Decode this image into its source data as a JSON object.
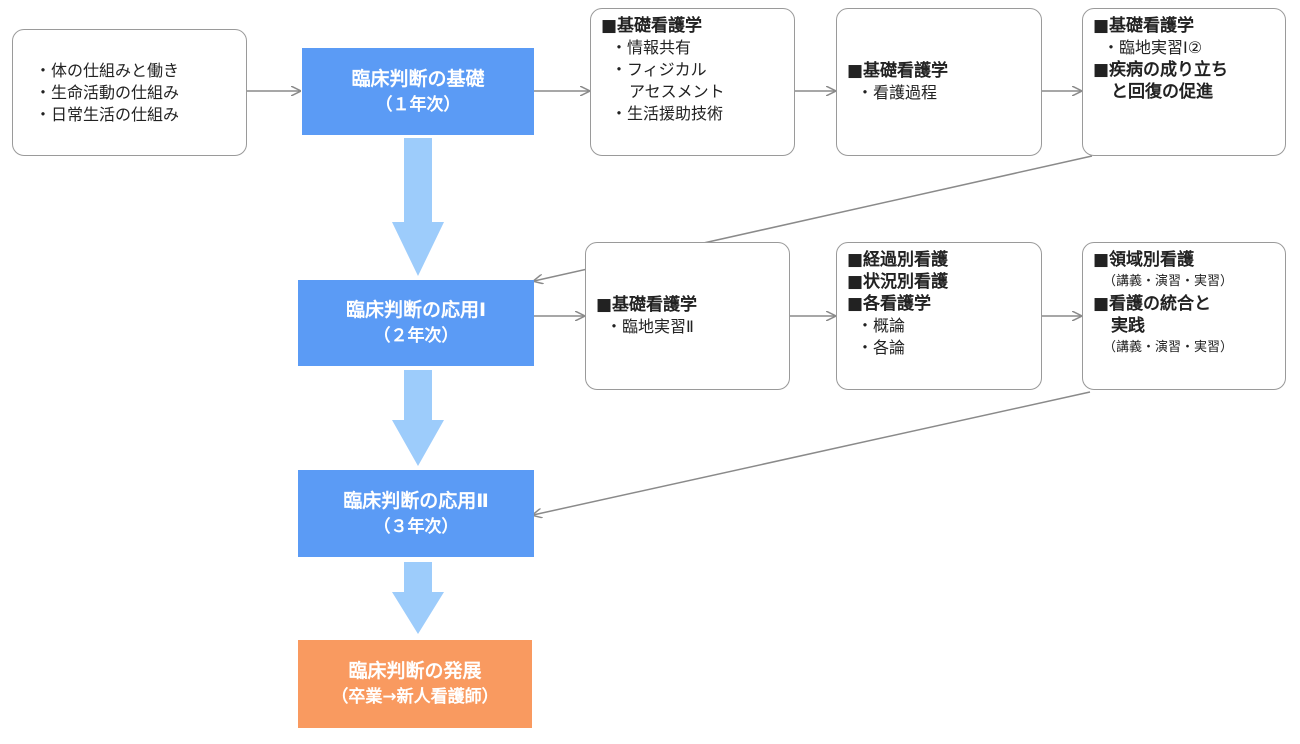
{
  "colors": {
    "stage_blue": "#5b9bf5",
    "stage_orange": "#f99a60",
    "down_arrow": "#9dccfb",
    "connector": "#8a8a8a"
  },
  "basics": {
    "items": [
      "・体の仕組みと働き",
      "・生命活動の仕組み",
      "・日常生活の仕組み"
    ]
  },
  "stages": {
    "s1": {
      "title": "臨床判断の基礎",
      "sub": "（１年次）"
    },
    "s2": {
      "title": "臨床判断の応用Ⅰ",
      "sub": "（２年次）"
    },
    "s3": {
      "title": "臨床判断の応用Ⅱ",
      "sub": "（３年次）"
    },
    "s4": {
      "title": "臨床判断の発展",
      "sub": "（卒業→新人看護師）"
    }
  },
  "row1": {
    "box1": {
      "heading": "■基礎看護学",
      "items": [
        "・情報共有",
        "・フィジカル",
        "アセスメント",
        "・生活援助技術"
      ]
    },
    "box2": {
      "heading": "■基礎看護学",
      "items": [
        "・看護過程"
      ]
    },
    "box3": {
      "heading1": "■基礎看護学",
      "item1": "・臨地実習Ⅰ②",
      "heading2": "■疾病の成り立ち",
      "heading2b": "と回復の促進"
    }
  },
  "row2": {
    "box1": {
      "heading": "■基礎看護学",
      "items": [
        "・臨地実習Ⅱ"
      ]
    },
    "box2": {
      "headings": [
        "■経過別看護",
        "■状況別看護",
        "■各看護学"
      ],
      "items": [
        "・概論",
        "・各論"
      ]
    },
    "box3": {
      "heading1": "■領域別看護",
      "note1": "（講義・演習・実習）",
      "heading2": "■看護の統合と",
      "heading2b": "実践",
      "note2": "（講義・演習・実習）"
    }
  }
}
